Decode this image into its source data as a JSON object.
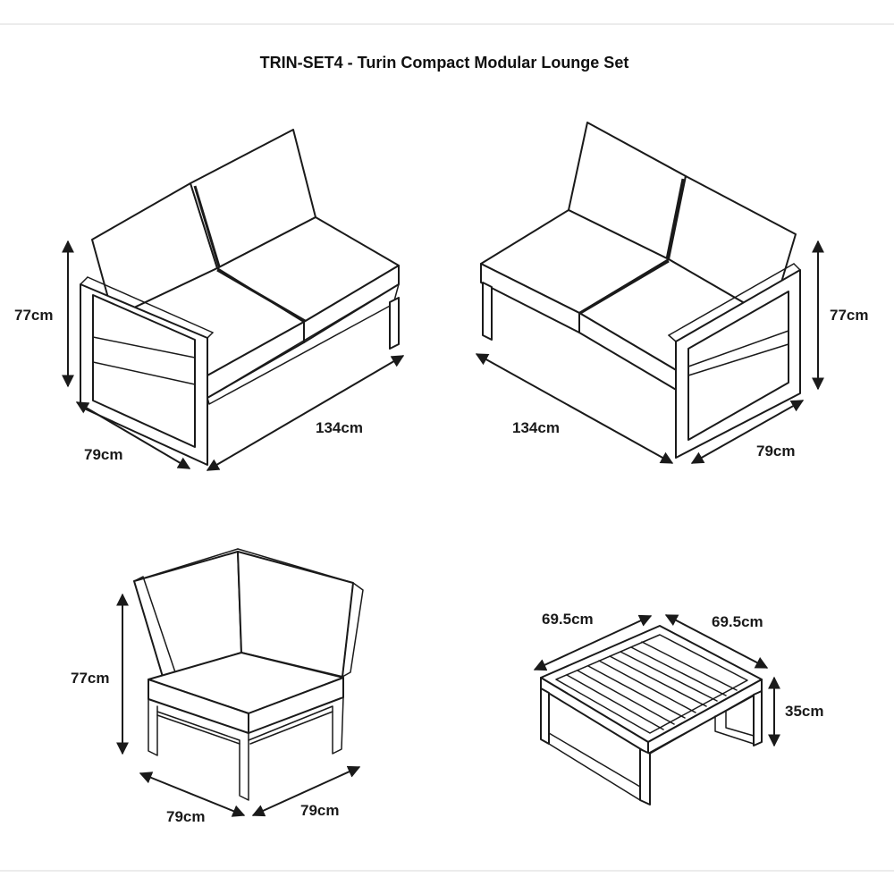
{
  "title": "TRIN-SET4 - Turin Compact Modular Lounge Set",
  "colors": {
    "line": "#1a1a1a",
    "background": "#ffffff"
  },
  "sofa_left": {
    "height": "77cm",
    "depth": "79cm",
    "width": "134cm"
  },
  "sofa_right": {
    "height": "77cm",
    "depth": "79cm",
    "width": "134cm"
  },
  "corner_chair": {
    "height": "77cm",
    "depth_left": "79cm",
    "depth_right": "79cm"
  },
  "coffee_table": {
    "length_left": "69.5cm",
    "length_right": "69.5cm",
    "height": "35cm"
  }
}
